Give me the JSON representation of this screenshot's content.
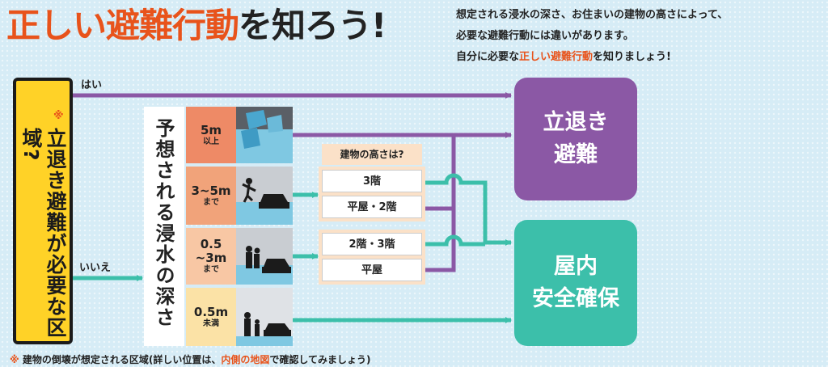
{
  "title": {
    "highlight": "正しい避難行動",
    "rest": "を知ろう!"
  },
  "intro": {
    "line1": "想定される浸水の深さ、お住まいの建物の高さによって、",
    "line2": "必要な避難行動には違いがあります。",
    "line3_before": "自分に必要な",
    "line3_highlight": "正しい避難行動",
    "line3_after": "を知りましょう!"
  },
  "question": {
    "mark": "※",
    "text": "立退き避難が必要な区域?"
  },
  "yes_label": "はい",
  "no_label": "いいえ",
  "depth_title": "予想される浸水の深さ",
  "depth_levels": [
    {
      "main": "5m",
      "sub": "以上",
      "color": "#ee8a66"
    },
    {
      "main": "3~5m",
      "sub": "まで",
      "color": "#f1a37a"
    },
    {
      "main": "0.5\n~3m",
      "sub": "まで",
      "color": "#f8c7a4"
    },
    {
      "main": "0.5m",
      "sub": "未満",
      "color": "#fbe2a6"
    }
  ],
  "building_height": {
    "header": "建物の高さは?",
    "options": [
      "3階",
      "平屋・2階",
      "2階・3階",
      "平屋"
    ]
  },
  "outcomes": {
    "evacuate": [
      "立退き",
      "避難"
    ],
    "shelter": [
      "屋内",
      "安全確保"
    ]
  },
  "footnote": {
    "mark": "※",
    "before": "建物の倒壊が想定される区域(詳しい位置は、",
    "highlight": "内側の地図",
    "after": "で確認してみましょう)"
  },
  "colors": {
    "evacuate": "#8b58a5",
    "shelter": "#3cbfaa",
    "question_bg": "#ffd227",
    "accent": "#e8531b",
    "water": "#7fc8e2"
  }
}
